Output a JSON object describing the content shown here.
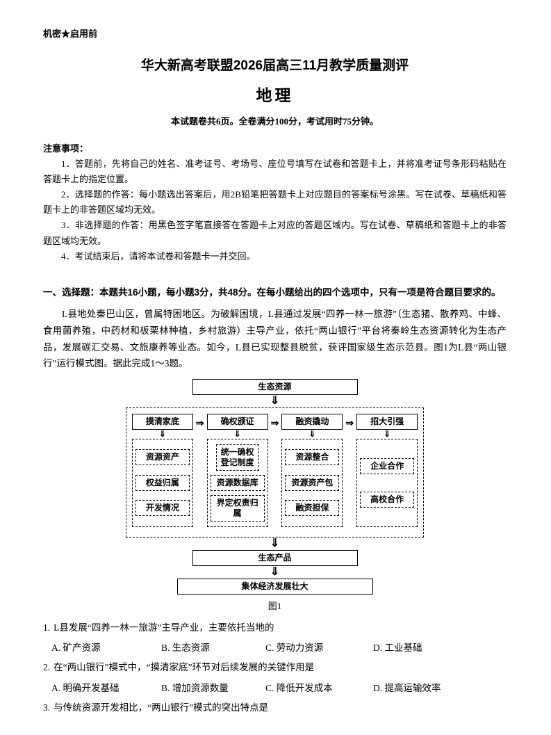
{
  "header": {
    "classification": "机密★启用前"
  },
  "title": "华大新高考联盟2026届高三11月教学质量测评",
  "subject": "地理",
  "exam_info": "本试题卷共6页。全卷满分100分，考试用时75分钟。",
  "notes": {
    "heading": "注意事项：",
    "items": [
      "1．答题前，先将自己的姓名、准考证号、考场号、座位号填写在试卷和答题卡上，并将准考证号条形码粘贴在答题卡上的指定位置。",
      "2．选择题的作答：每小题选出答案后，用2B铅笔把答题卡上对应题目的答案标号涂黑。写在试卷、草稿纸和答题卡上的非答题区域均无效。",
      "3．非选择题的作答：用黑色签字笔直接答在答题卡上对应的答题区域内。写在试卷、草稿纸和答题卡上的非答题区域均无效。",
      "4．考试结束后，请将本试卷和答题卡一并交回。"
    ]
  },
  "section_one": {
    "heading": "一、选择题：本题共16小题，每小题3分，共48分。在每小题给出的四个选项中，只有一项是符合题目要求的。",
    "passage": "L县地处秦巴山区，曾属特困地区。为破解困境，L县通过发展“四养一林一旅游”（生态猪、散养鸡、中蜂、食用菌养殖，中药材和板栗林种植，乡村旅游）主导产业，依托“两山银行”平台将秦岭生态资源转化为生态产品，发展碳汇交易、文旅康养等业态。如今，L县已实现整县脱贫，获评国家级生态示范县。图1为L县“两山银行”运行模式图。据此完成1～3题。"
  },
  "figure": {
    "top_box": "生态资源",
    "columns": [
      {
        "header": "摸清家底",
        "items": [
          "资源资产",
          "权益归属",
          "开发情况"
        ]
      },
      {
        "header": "确权颁证",
        "items": [
          "统一确权登记制度",
          "资源数据库",
          "界定权责归属"
        ]
      },
      {
        "header": "融资撬动",
        "items": [
          "资源整合",
          "资源资产包",
          "融资担保"
        ]
      },
      {
        "header": "招大引强",
        "items": [
          "企业合作",
          "高校合作"
        ]
      }
    ],
    "arrow_down": "⇓",
    "arrow_right": "⇒",
    "product_box": "生态产品",
    "bottom_box": "集体经济发展壮大",
    "caption": "图1"
  },
  "questions": [
    {
      "number": "1.",
      "stem": "L县发展“四养一林一旅游”主导产业，主要依托当地的",
      "options": [
        "A. 矿产资源",
        "B. 生态资源",
        "C. 劳动力资源",
        "D. 工业基础"
      ]
    },
    {
      "number": "2.",
      "stem": "在“两山银行”模式中，“摸清家底”环节对后续发展的关键作用是",
      "options": [
        "A. 明确开发基础",
        "B. 增加资源数量",
        "C. 降低开发成本",
        "D. 提高运输效率"
      ]
    },
    {
      "number": "3.",
      "stem": "与传统资源开发相比，“两山银行”模式的突出特点是",
      "options": []
    }
  ]
}
